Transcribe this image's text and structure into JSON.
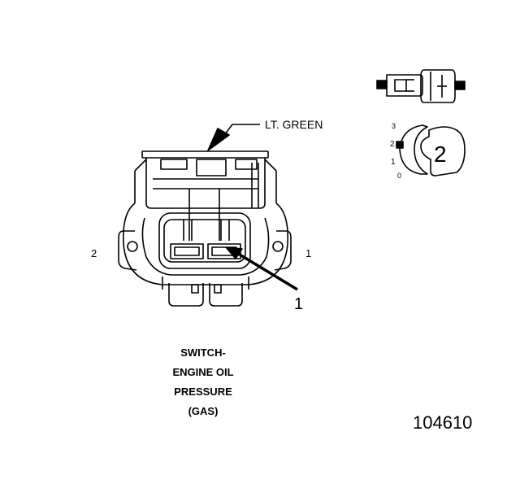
{
  "diagram": {
    "wire_color_label": "LT. GREEN",
    "pin_label_left": "2",
    "pin_label_right": "1",
    "callout_number": "1",
    "title_lines": [
      "SWITCH-",
      "ENGINE OIL",
      "PRESSURE",
      "(GAS)"
    ],
    "figure_number": "104610",
    "position_scale": {
      "labels": [
        "3",
        "2",
        "1",
        "0"
      ],
      "selected_position": "2"
    }
  }
}
